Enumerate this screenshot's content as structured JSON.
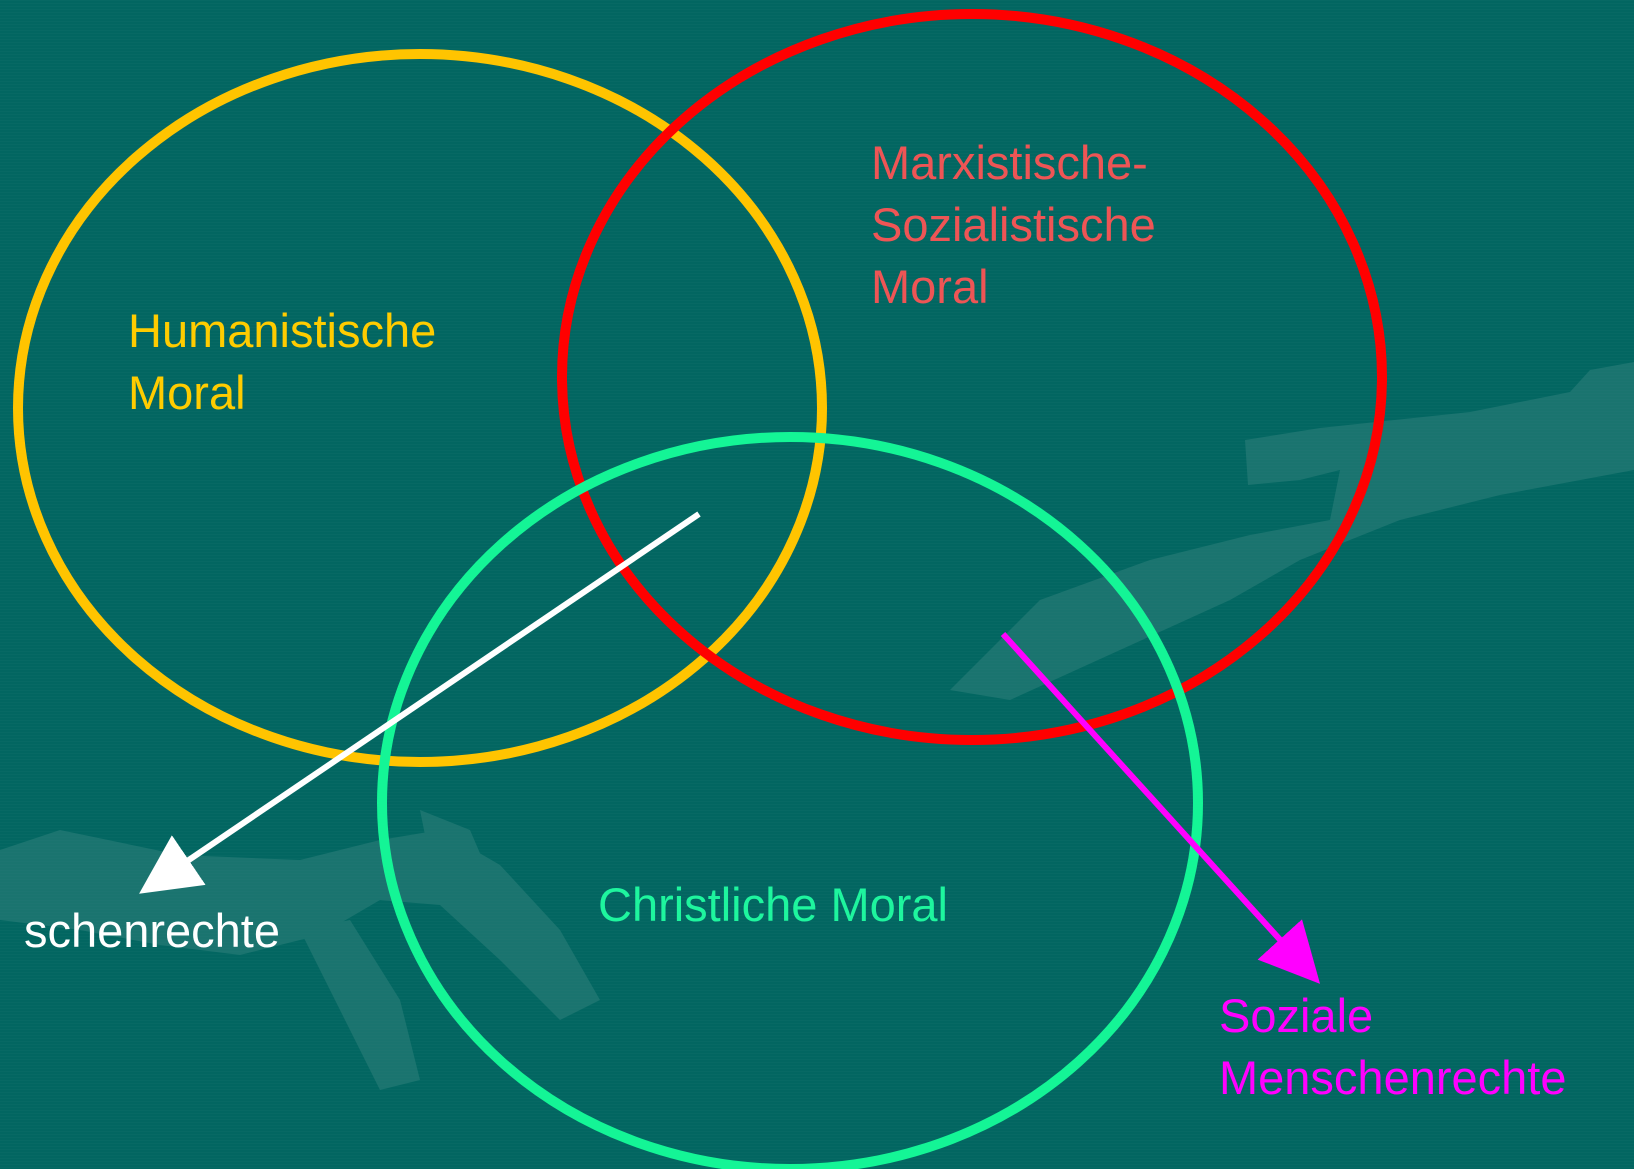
{
  "diagram": {
    "humanistic": {
      "lines": [
        "Humanistische",
        "Moral"
      ],
      "color": "#ffcc00"
    },
    "marxist": {
      "lines": [
        "Marxistische-",
        "Sozialistische",
        "Moral"
      ],
      "color": "#ee5555"
    },
    "christian": {
      "lines": [
        "Christliche Moral"
      ],
      "color": "#1ef59e"
    },
    "social_rights": {
      "lines": [
        "Soziale",
        "Menschenrechte"
      ],
      "color": "#ff00ff"
    },
    "liberal_rights": {
      "lines": [
        "schenrechte"
      ],
      "color": "#ffffff"
    },
    "circle_colors": {
      "humanistic": "#ffc400",
      "marxist": "#ff0000",
      "christian": "#14f596"
    },
    "background": "#026661"
  }
}
